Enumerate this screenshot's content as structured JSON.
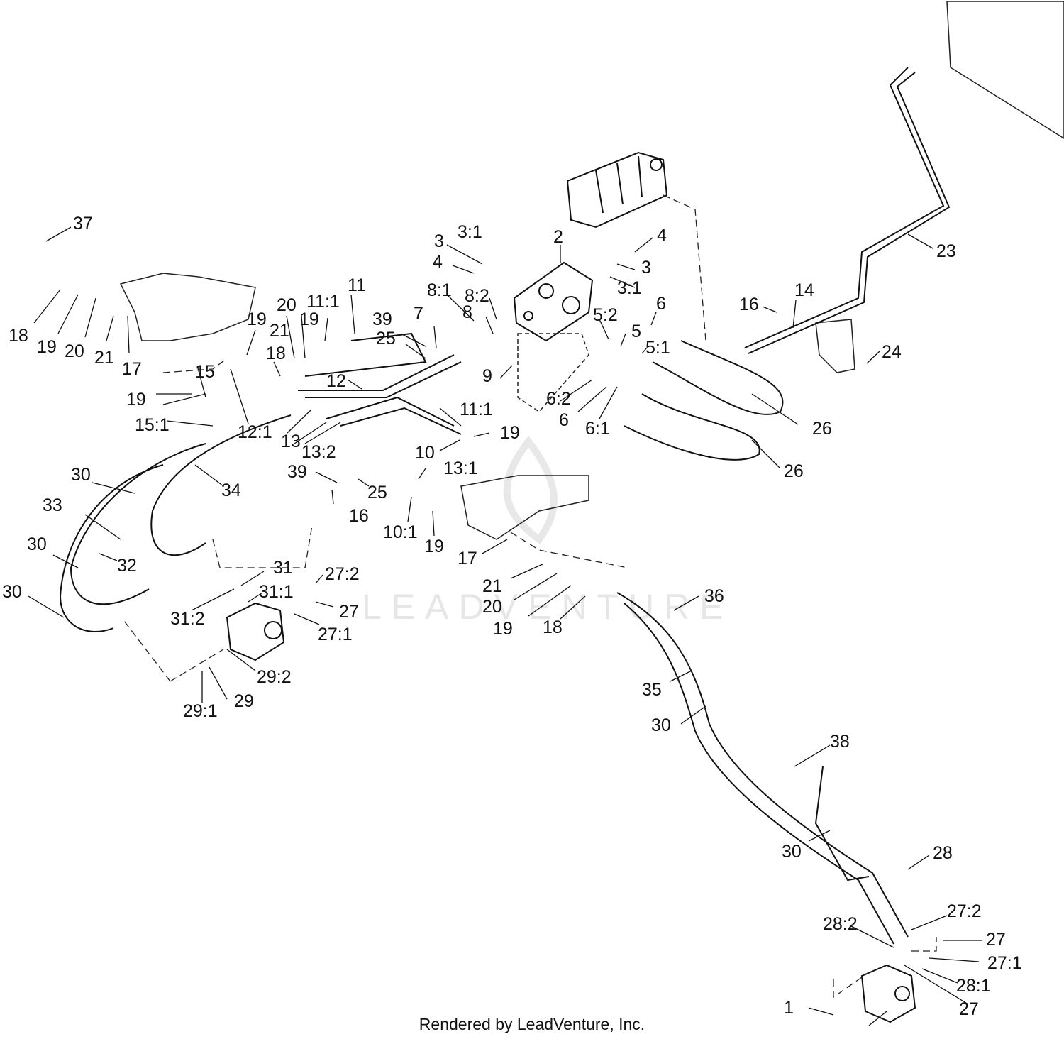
{
  "footer": {
    "credit": "Rendered by LeadVenture, Inc."
  },
  "watermark": {
    "text": "LEADVENTURE"
  },
  "labels": [
    "37",
    "18",
    "19",
    "20",
    "21",
    "17",
    "19",
    "21",
    "18",
    "20",
    "19",
    "11:1",
    "11",
    "3",
    "3:1",
    "4",
    "2",
    "4",
    "3",
    "3:1",
    "8:1",
    "8:2",
    "8",
    "7",
    "39",
    "25",
    "9",
    "5:2",
    "5",
    "5:1",
    "6",
    "16",
    "14",
    "24",
    "23",
    "15",
    "19",
    "15:1",
    "12:1",
    "13",
    "13:2",
    "12",
    "11:1",
    "19",
    "10",
    "6:2",
    "6",
    "6:1",
    "26",
    "26",
    "30",
    "33",
    "30",
    "34",
    "32",
    "39",
    "25",
    "16",
    "13:1",
    "10:1",
    "19",
    "17",
    "31",
    "31:1",
    "31:2",
    "27:2",
    "27",
    "27:1",
    "30",
    "21",
    "20",
    "19",
    "18",
    "29:2",
    "29",
    "29:1",
    "36",
    "35",
    "30",
    "38",
    "30",
    "28",
    "28:2",
    "27:2",
    "27",
    "27:1",
    "28:1",
    "27",
    "1"
  ]
}
